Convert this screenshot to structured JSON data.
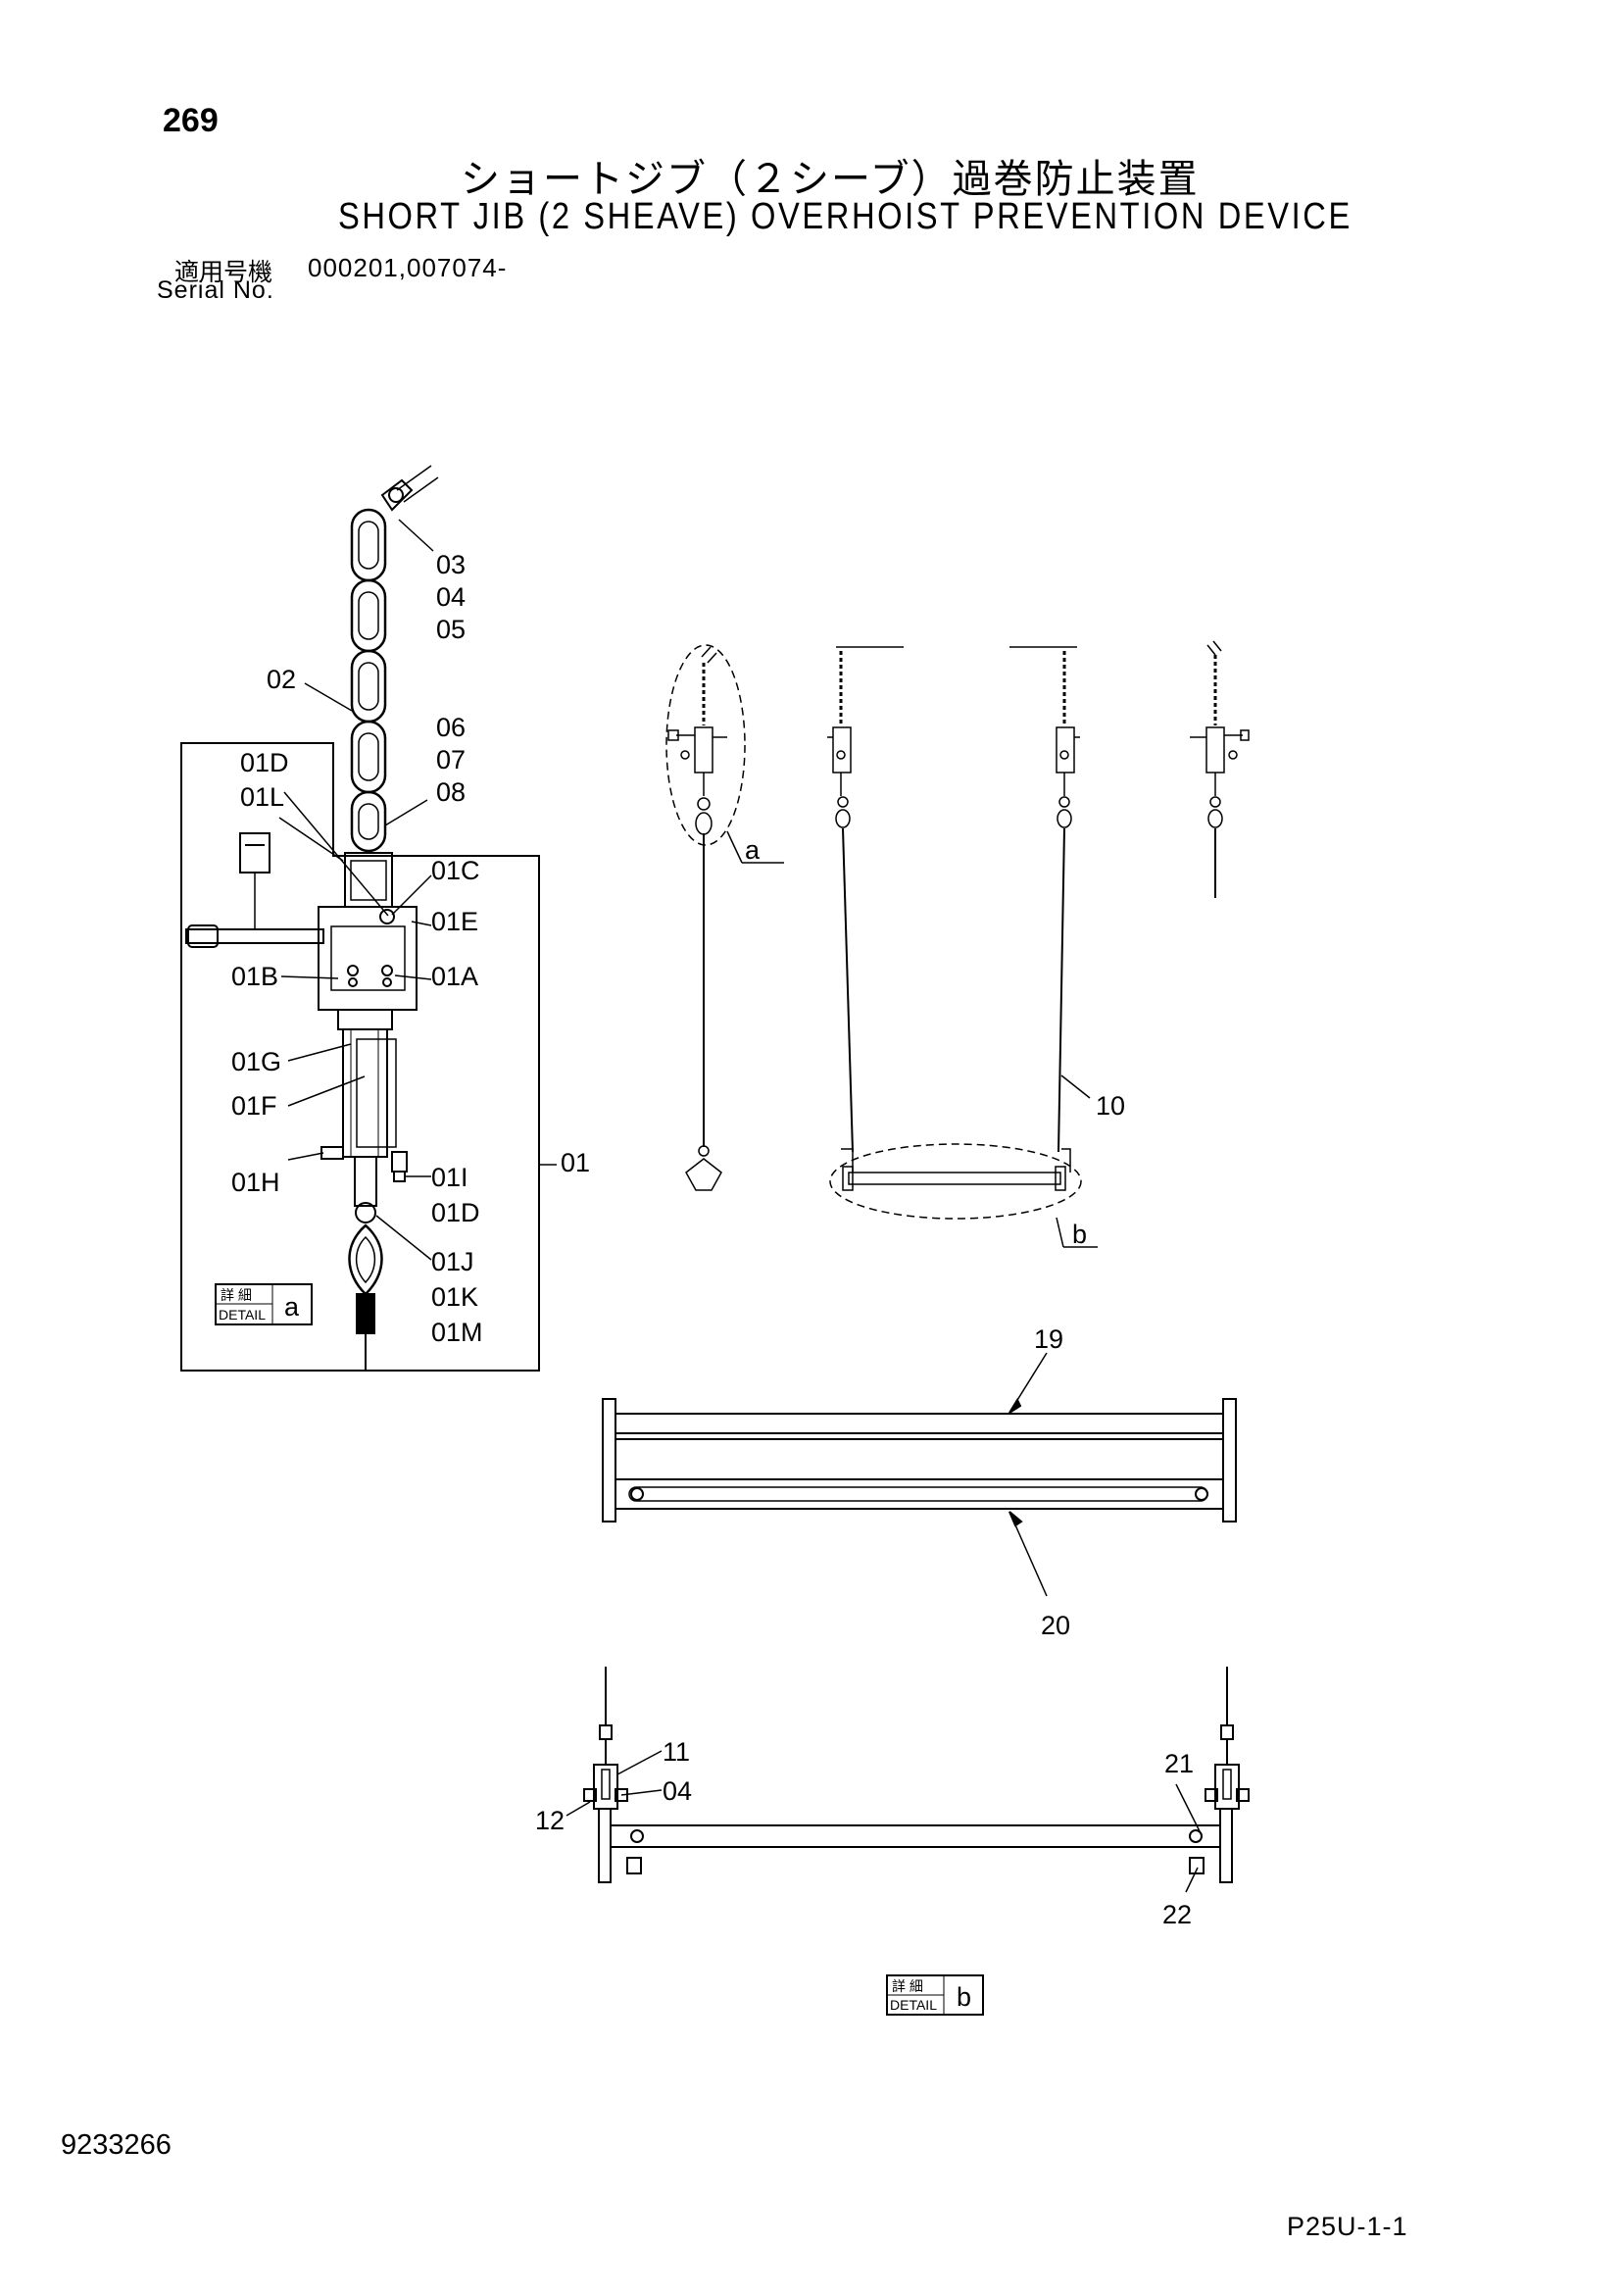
{
  "header": {
    "page_number": "269",
    "title_jp": "ショートジブ（２シーブ）過巻防止装置",
    "title_en": "SHORT JIB (2 SHEAVE) OVERHOIST PREVENTION DEVICE",
    "serial_label_jp": "適用号機",
    "serial_label_en": "Serial No.",
    "serial_value": "000201,007074-"
  },
  "parts": {
    "p03": "03",
    "p04": "04",
    "p05": "05",
    "p02": "02",
    "p06": "06",
    "p07": "07",
    "p08": "08",
    "p01D": "01D",
    "p01L": "01L",
    "p01C": "01C",
    "p01E": "01E",
    "p01B": "01B",
    "p01A": "01A",
    "p01G": "01G",
    "p01F": "01F",
    "p01H": "01H",
    "p01I": "01I",
    "p01D2": "01D",
    "p01": "01",
    "p01J": "01J",
    "p01K": "01K",
    "p01M": "01M",
    "p10": "10",
    "p19": "19",
    "p20": "20",
    "p11": "11",
    "p04b": "04",
    "p12": "12",
    "p21": "21",
    "p22": "22"
  },
  "detail_a": {
    "jp": "詳 細",
    "en": "DETAIL",
    "letter": "a"
  },
  "detail_b": {
    "jp": "詳 細",
    "en": "DETAIL",
    "letter": "b"
  },
  "callouts": {
    "a": "a",
    "b": "b"
  },
  "footer": {
    "doc_number": "9233266",
    "page_code": "P25U-1-1"
  }
}
